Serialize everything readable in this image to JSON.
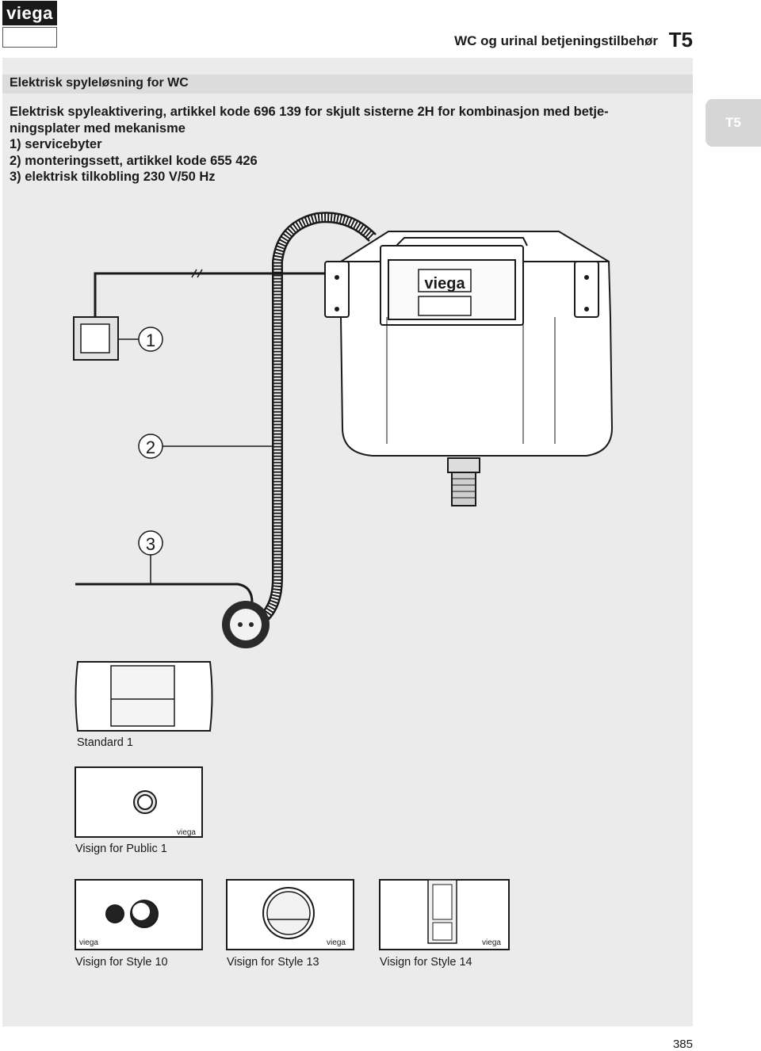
{
  "header": {
    "logo": "viega",
    "title": "WC og urinal betjeningstilbehør",
    "code": "T5"
  },
  "section_title": "Elektrisk spyleløsning for WC",
  "description": [
    "Elektrisk spyleaktivering, artikkel kode 696 139 for skjult sisterne 2H for kombinasjon med betje-",
    "ningsplater med mekanisme",
    "1) servicebyter",
    "2) monteringssett, artikkel kode 655 426",
    "3) elektrisk tilkobling 230 V/50 Hz"
  ],
  "side_tab": "T5",
  "diagram": {
    "callouts": [
      "1",
      "2",
      "3"
    ],
    "cistern_logo": "viega"
  },
  "plates": [
    {
      "caption": "Standard 1"
    },
    {
      "caption": "Visign for Public 1",
      "brand": "viega"
    },
    {
      "caption": "Visign for Style 10",
      "brand": "viega"
    },
    {
      "caption": "Visign for Style 13",
      "brand": "viega"
    },
    {
      "caption": "Visign for Style 14",
      "brand": "viega"
    }
  ],
  "page_number": "385"
}
